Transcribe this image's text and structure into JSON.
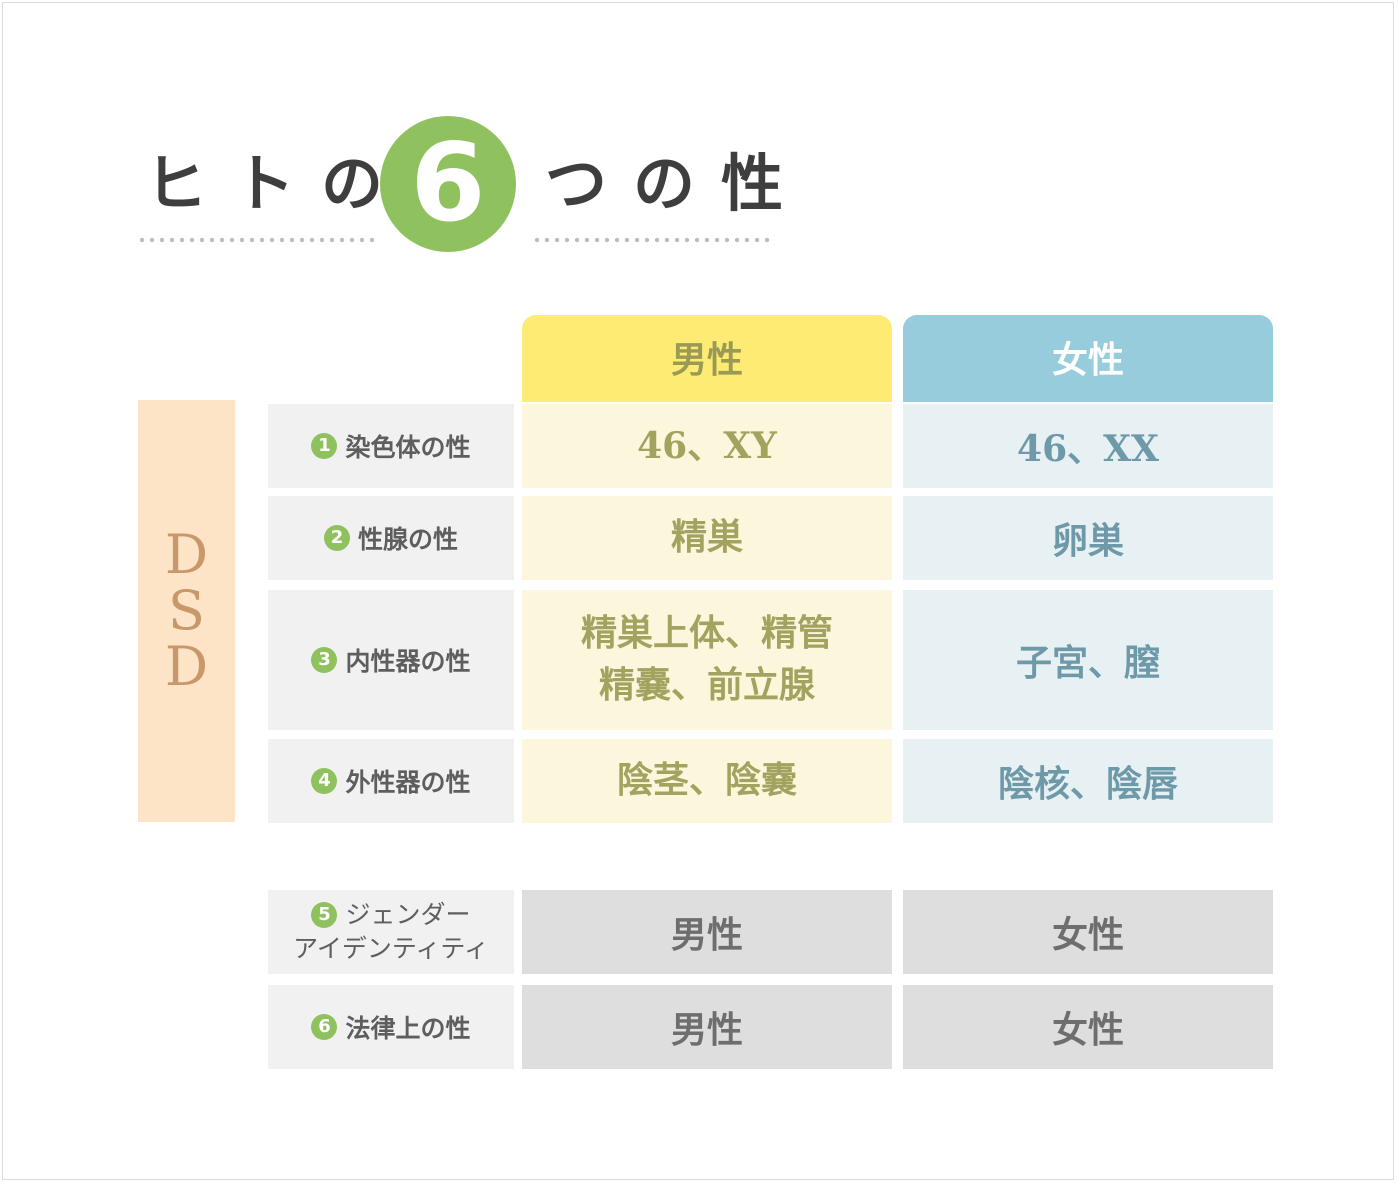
{
  "title": {
    "left": "ヒトの",
    "number": "6",
    "right": "つの性"
  },
  "side_label": [
    "D",
    "S",
    "D"
  ],
  "headers": {
    "male": "男性",
    "female": "女性"
  },
  "rows": [
    {
      "num": "1",
      "label": "染色体の性",
      "male": "46、XY",
      "female": "46、XX"
    },
    {
      "num": "2",
      "label": "性腺の性",
      "male": "精巣",
      "female": "卵巣"
    },
    {
      "num": "3",
      "label": "内性器の性",
      "male_lines": [
        "精巣上体、精管",
        "精嚢、前立腺"
      ],
      "female": "子宮、膣"
    },
    {
      "num": "4",
      "label": "外性器の性",
      "male": "陰茎、陰嚢",
      "female": "陰核、陰唇"
    },
    {
      "num": "5",
      "label_lines": [
        "ジェンダー",
        "アイデンティティ"
      ],
      "male": "男性",
      "female": "女性"
    },
    {
      "num": "6",
      "label": "法律上の性",
      "male": "男性",
      "female": "女性"
    }
  ],
  "colors": {
    "accent_green": "#8fc25f",
    "male_header": "#fdeb73",
    "female_header": "#96ccdb",
    "dsd_bar": "#fde4c6",
    "male_cell": "#fbf6dc",
    "female_cell": "#e7f0f3",
    "gray_cell": "#dedede"
  }
}
